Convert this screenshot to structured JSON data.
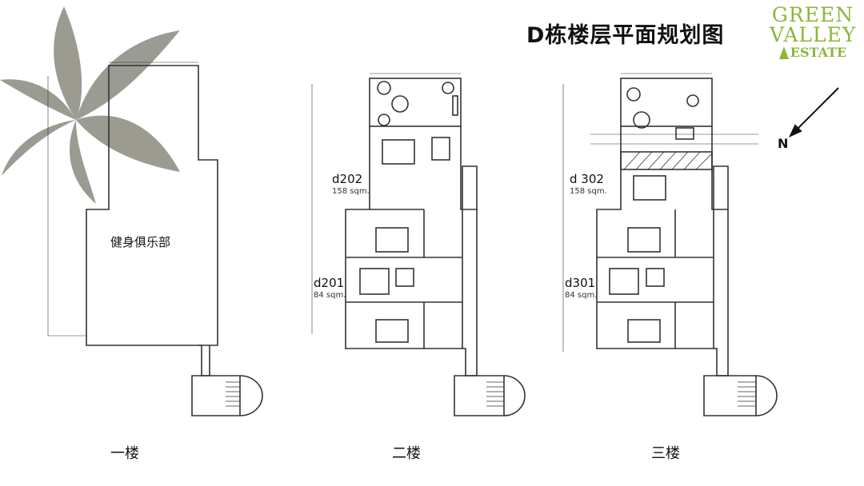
{
  "title": "D栋楼层平面规划图",
  "logo": {
    "line1": "GREEN",
    "line2": "VALLEY",
    "line3": "ESTATE"
  },
  "compass": "N",
  "floor1": {
    "label": "一楼",
    "room": "健身俱乐部"
  },
  "floor2": {
    "label": "二楼",
    "units": [
      {
        "name": "d202",
        "area": "158 sqm."
      },
      {
        "name": "d201",
        "area": "84 sqm."
      }
    ]
  },
  "floor3": {
    "label": "三楼",
    "units": [
      {
        "name": "d 302",
        "area": "158 sqm."
      },
      {
        "name": "d301",
        "area": "84 sqm."
      }
    ]
  },
  "colors": {
    "logo_green": "#8ab83a",
    "leaf_gray": "#8a8a80",
    "line": "#333333"
  }
}
